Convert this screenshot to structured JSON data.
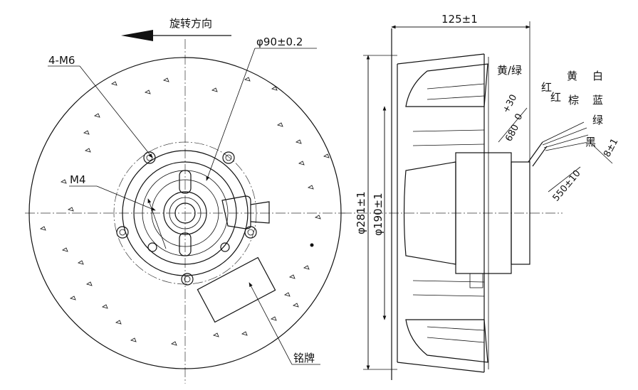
{
  "labels": {
    "rotation_direction": "旋转方向",
    "mount_holes": "4-M6",
    "screw": "M4",
    "bolt_circle": "φ90±0.2",
    "nameplate": "铭牌",
    "depth": "125±1",
    "outer_diameter": "φ281±1",
    "inlet_diameter": "φ190±1",
    "lead_length": "680",
    "lead_tol_upper": "+30",
    "lead_tol_lower": "0",
    "cable_length": "550±10",
    "strip_length": "8±1"
  },
  "wires": {
    "yellow_green": "黄/绿",
    "red1": "红",
    "red2": "红",
    "yellow": "黄",
    "brown": "棕",
    "white": "白",
    "blue": "蓝",
    "green": "绿",
    "black": "黑"
  }
}
